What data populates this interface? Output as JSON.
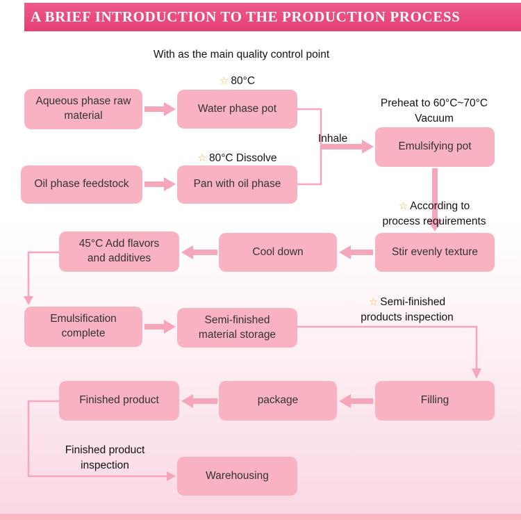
{
  "header": {
    "title": "A BRIEF INTRODUCTION TO THE PRODUCTION PROCESS"
  },
  "subtitle": "With as the main quality control point",
  "icons": {
    "star": "☆"
  },
  "colors": {
    "banner": "#e84a7e",
    "box_fill": "#f9b2c1",
    "arrow": "#f6a6ba",
    "star": "#f2b63c",
    "footer_bar": "#f9b6c5",
    "text": "#333333"
  },
  "boxes": {
    "aqueous": "Aqueous phase raw material",
    "water_pot": "Water phase pot",
    "emulsifying_pot": "Emulsifying pot",
    "oil_feedstock": "Oil phase feedstock",
    "oil_pan": "Pan with oil phase",
    "stir": "Stir evenly texture",
    "cool_down": "Cool down",
    "add_flavors": "45°C Add flavors and additives",
    "emulsification_complete": "Emulsification complete",
    "semi_storage": "Semi-finished material storage",
    "filling": "Filling",
    "package": "package",
    "finished_product": "Finished product",
    "warehousing": "Warehousing"
  },
  "annotations": {
    "temp_water": "80°C",
    "preheat_line1": "Preheat to 60°C~70°C",
    "preheat_line2": "Vacuum",
    "dissolve": "80°C Dissolve",
    "inhale": "Inhale",
    "according_line1": "According to",
    "according_line2": "process requirements",
    "semi_line1": "Semi-finished",
    "semi_line2": "products inspection",
    "finished_line1": "Finished product",
    "finished_line2": "inspection"
  }
}
